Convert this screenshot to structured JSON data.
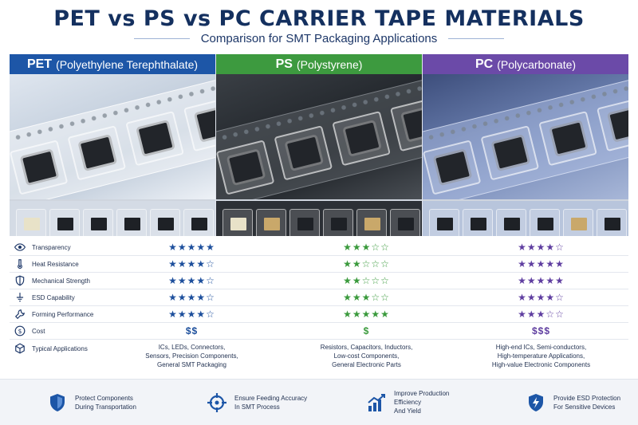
{
  "header": {
    "title": "PET vs PS vs PC CARRIER TAPE MATERIALS",
    "subtitle": "Comparison for SMT Packaging Applications"
  },
  "materials": [
    {
      "abbr": "PET",
      "full": "(Polyethylene Terephthalate)",
      "color": "#1d56a7"
    },
    {
      "abbr": "PS",
      "full": "(Polystyrene)",
      "color": "#3d9a3f"
    },
    {
      "abbr": "PC",
      "full": "(Polycarbonate)",
      "color": "#6b4aa8"
    }
  ],
  "properties": [
    {
      "label": "Transparency",
      "icon": "eye-icon",
      "ratings": [
        5,
        3,
        4
      ]
    },
    {
      "label": "Heat Resistance",
      "icon": "thermometer-icon",
      "ratings": [
        4,
        2,
        5
      ]
    },
    {
      "label": "Mechanical Strength",
      "icon": "shield-icon",
      "ratings": [
        4,
        2,
        5
      ]
    },
    {
      "label": "ESD Capability",
      "icon": "ground-icon",
      "ratings": [
        4,
        3,
        4
      ]
    },
    {
      "label": "Forming Performance",
      "icon": "wrench-icon",
      "ratings": [
        4,
        5,
        3
      ]
    }
  ],
  "rating_max": 5,
  "cost": {
    "label": "Cost",
    "icon": "dollar-icon",
    "values": [
      "$$",
      "$",
      "$$$"
    ]
  },
  "applications": {
    "label": "Typical Applications",
    "icon": "box-icon",
    "values": [
      [
        "ICs, LEDs, Connectors,",
        "Sensors, Precision Components,",
        "General SMT Packaging"
      ],
      [
        "Resistors, Capacitors, Inductors,",
        "Low-cost Components,",
        "General Electronic Parts"
      ],
      [
        "High-end ICs, Semi-conductors,",
        "High-temperature Applications,",
        "High-value Electronic Components"
      ]
    ]
  },
  "features": [
    {
      "icon": "shield-icon",
      "lines": [
        "Protect Components",
        "During Transportation"
      ]
    },
    {
      "icon": "crosshair-icon",
      "lines": [
        "Ensure Feeding Accuracy",
        "In SMT Process"
      ]
    },
    {
      "icon": "chart-up-icon",
      "lines": [
        "Improve Production Efficiency",
        "And Yield"
      ]
    },
    {
      "icon": "esd-shield-icon",
      "lines": [
        "Provide ESD Protection",
        "For Sensitive Devices"
      ]
    }
  ]
}
